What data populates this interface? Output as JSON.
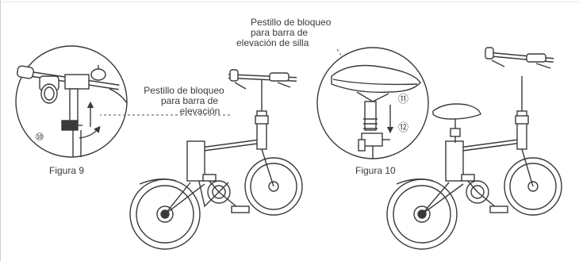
{
  "fig9": {
    "callout": [
      "Pestillo de bloqueo",
      "para barra de",
      "elevación"
    ],
    "step": "⑩",
    "caption": "Figura 9"
  },
  "fig10": {
    "callout": [
      "Pestillo de bloqueo",
      "para barra de",
      "elevación de silla"
    ],
    "step_up": "⑪",
    "step_down": "⑫",
    "caption": "Figura 10"
  }
}
